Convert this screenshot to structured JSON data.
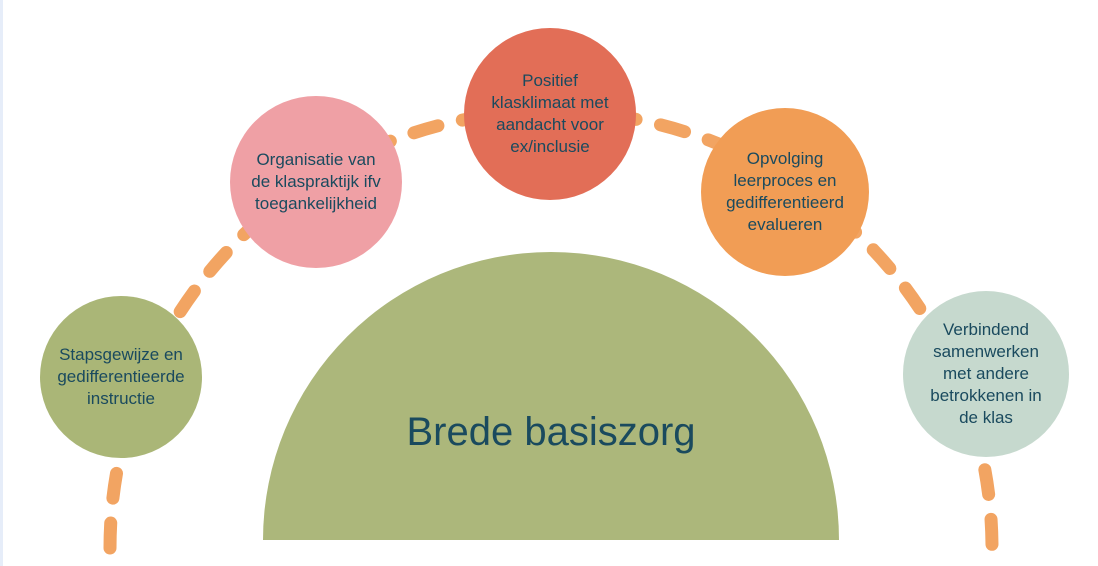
{
  "diagram": {
    "base": {
      "label": "Brede basiszorg",
      "color": "#acb77b"
    },
    "nodes": [
      {
        "name": "stapsgewijze-instructie",
        "label": "Stapsgewijze en\ngedifferentieerde\ninstructie",
        "color": "#aab677"
      },
      {
        "name": "organisatie-klaspraktijk",
        "label": "Organisatie van\nde klaspraktijk ifv\ntoegankelijkheid",
        "color": "#efa0a5"
      },
      {
        "name": "positief-klasklimaat",
        "label": "Positief\nklasklimaat met\naandacht voor\nex/inclusie",
        "color": "#e26e57"
      },
      {
        "name": "opvolging-leerproces",
        "label": "Opvolging\nleerproces en\ngedifferentieerd\nevalueren",
        "color": "#f19d55"
      },
      {
        "name": "verbindend-samenwerken",
        "label": "Verbindend\nsamenwerken\nmet andere\nbetrokkenen in\nde klas",
        "color": "#c6d9ce"
      }
    ],
    "colors": {
      "connector": "#f2a462",
      "text": "#1a4a5e",
      "background": "#ffffff"
    }
  }
}
